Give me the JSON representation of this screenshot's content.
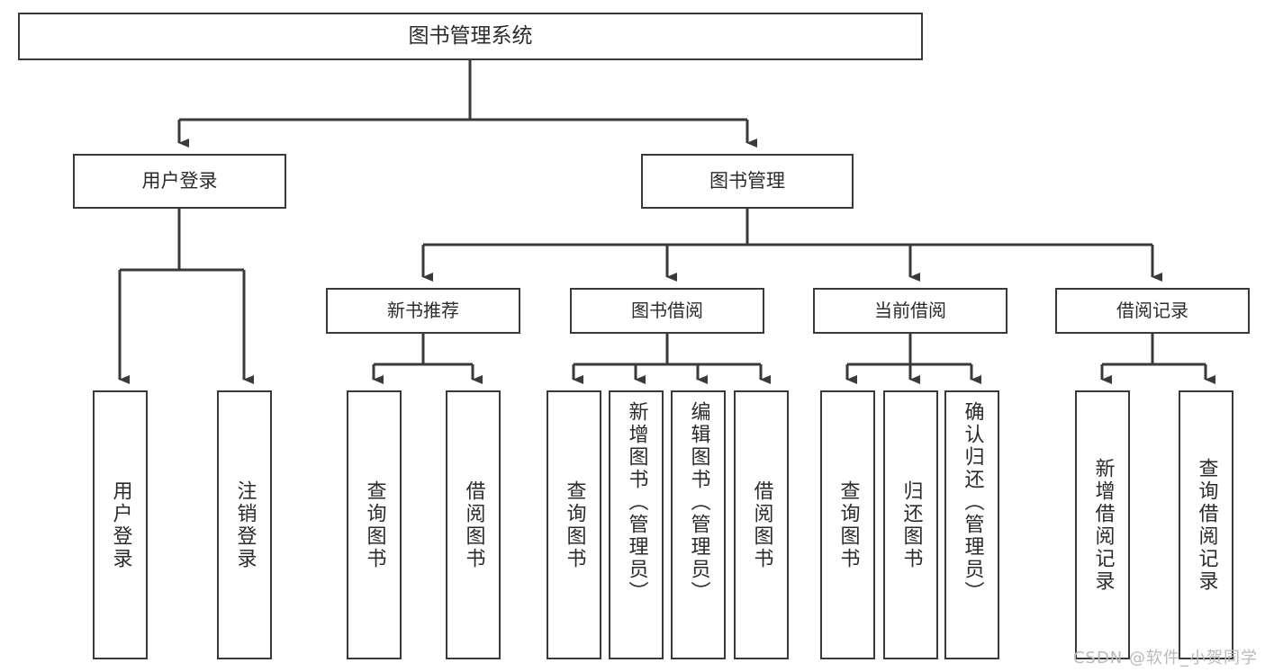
{
  "diagram": {
    "title": "图书管理系统",
    "type": "tree",
    "root": {
      "label": "图书管理系统"
    },
    "level2": [
      {
        "id": "user-login",
        "label": "用户登录"
      },
      {
        "id": "book-management",
        "label": "图书管理"
      }
    ],
    "level3": [
      {
        "id": "new-book-recommend",
        "label": "新书推荐",
        "parent": "book-management"
      },
      {
        "id": "book-borrow",
        "label": "图书借阅",
        "parent": "book-management"
      },
      {
        "id": "current-borrow",
        "label": "当前借阅",
        "parent": "book-management"
      },
      {
        "id": "borrow-history",
        "label": "借阅记录",
        "parent": "book-management"
      }
    ],
    "leaves": [
      {
        "id": "leaf-user-login",
        "label": "用户登录",
        "parent": "user-login"
      },
      {
        "id": "leaf-logout",
        "label": "注销登录",
        "parent": "user-login"
      },
      {
        "id": "leaf-query-books-1",
        "label": "查询图书",
        "parent": "new-book-recommend"
      },
      {
        "id": "leaf-borrow-books-1",
        "label": "借阅图书",
        "parent": "new-book-recommend"
      },
      {
        "id": "leaf-query-books-2",
        "label": "查询图书",
        "parent": "book-borrow"
      },
      {
        "id": "leaf-add-book",
        "label": "新增图书（管理员）",
        "parent": "book-borrow"
      },
      {
        "id": "leaf-edit-book",
        "label": "编辑图书（管理员）",
        "parent": "book-borrow"
      },
      {
        "id": "leaf-borrow-books-2",
        "label": "借阅图书",
        "parent": "book-borrow"
      },
      {
        "id": "leaf-query-books-3",
        "label": "查询图书",
        "parent": "current-borrow"
      },
      {
        "id": "leaf-return-book",
        "label": "归还图书",
        "parent": "current-borrow"
      },
      {
        "id": "leaf-confirm-return",
        "label": "确认归还（管理员）",
        "parent": "current-borrow"
      },
      {
        "id": "leaf-add-record",
        "label": "新增借阅记录",
        "parent": "borrow-history"
      },
      {
        "id": "leaf-query-record",
        "label": "查询借阅记录",
        "parent": "borrow-history"
      }
    ],
    "colors": {
      "box_border": "#3a3a3a",
      "box_fill": "#ffffff",
      "text": "#2b2b2b",
      "connector": "#3a3a3a",
      "watermark": "#b9b9b9"
    }
  },
  "watermark": {
    "text": "CSDN @软件_小贺同学"
  }
}
